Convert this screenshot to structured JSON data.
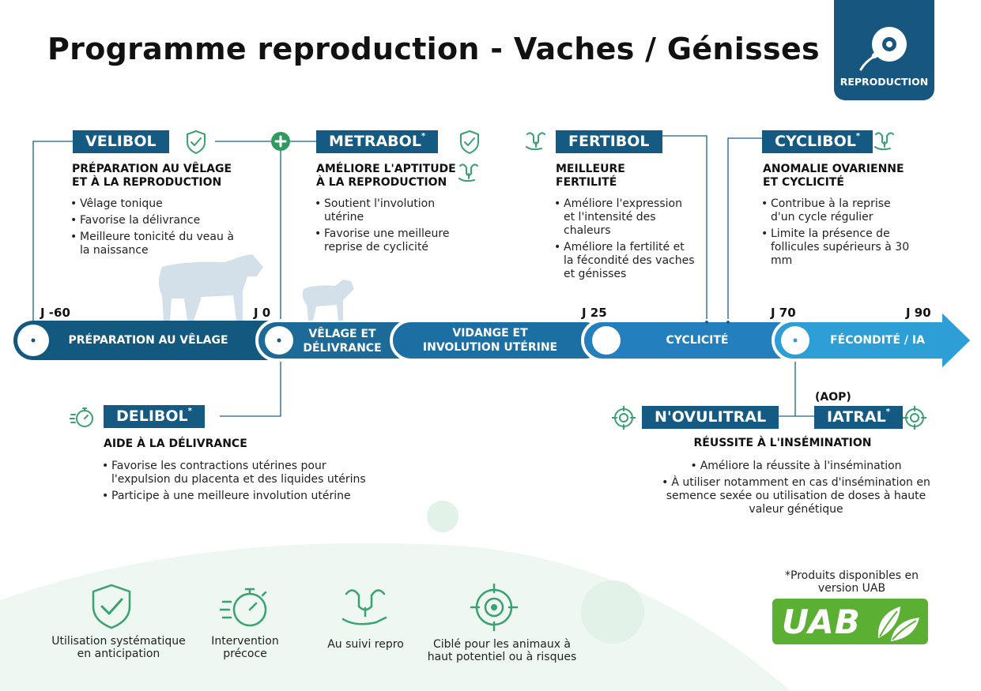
{
  "title": "Programme reproduction - Vaches / Génisses",
  "badge": {
    "label": "REPRODUCTION",
    "icon": "sperm-egg-icon"
  },
  "phases": [
    {
      "label": "PRÉPARATION AU VÊLAGE"
    },
    {
      "label_1": "VÊLAGE ET",
      "label_2": "DÉLIVRANCE"
    },
    {
      "label_1": "VIDANGE ET",
      "label_2": "INVOLUTION UTÉRINE"
    },
    {
      "label": "CYCLICITÉ"
    },
    {
      "label": "FÉCONDITÉ / IA"
    }
  ],
  "markers": [
    "J -60",
    "J 0",
    "J 25",
    "J 70",
    "J 90"
  ],
  "products": {
    "velibol": {
      "name": "VELIBOL",
      "head_1": "PRÉPARATION AU VÊLAGE",
      "head_2": "ET À LA REPRODUCTION",
      "bullets": [
        "Vêlage tonique",
        "Favorise la délivrance",
        "Meilleure tonicité du veau à la naissance"
      ]
    },
    "metrabol": {
      "name": "METRABOL",
      "star": "*",
      "head_1": "AMÉLIORE L'APTITUDE",
      "head_2": "À LA REPRODUCTION",
      "bullets": [
        "Soutient l'involution utérine",
        "Favorise une meilleure reprise de cyclicité"
      ]
    },
    "fertibol": {
      "name": "FERTIBOL",
      "head_1": "MEILLEURE",
      "head_2": "FERTILITÉ",
      "bullets": [
        "Améliore l'expression et l'intensité des chaleurs",
        "Améliore la fertilité et la fécondité des vaches et génisses"
      ]
    },
    "cyclibol": {
      "name": "CYCLIBOL",
      "star": "*",
      "head_1": "ANOMALIE OVARIENNE",
      "head_2": "ET CYCLICITÉ",
      "bullets": [
        "Contribue à la reprise d'un cycle régulier",
        "Limite la présence de follicules supérieurs à 30 mm"
      ]
    },
    "delibol": {
      "name": "DELIBOL",
      "star": "*",
      "head": "AIDE À LA DÉLIVRANCE",
      "bullets": [
        "Favorise les contractions utérines pour l'expulsion du placenta et des liquides utérins",
        "Participe à une meilleure involution utérine"
      ]
    },
    "novulitral": {
      "name": "N'OVULITRAL"
    },
    "iatral": {
      "name": "IATRAL",
      "star": "*",
      "note": "(AOP)"
    },
    "ia": {
      "head": "RÉUSSITE À L'INSÉMINATION",
      "bullets": [
        "Améliore la réussite à l'insémination",
        "À utiliser notamment en cas d'insémination en semence sexée ou utilisation de doses à haute valeur génétique"
      ]
    }
  },
  "legend": [
    {
      "icon": "shield-check-icon",
      "label": "Utilisation systématique en anticipation"
    },
    {
      "icon": "stopwatch-icon",
      "label": "Intervention précoce"
    },
    {
      "icon": "uterus-hand-icon",
      "label": "Au suivi repro"
    },
    {
      "icon": "target-icon",
      "label": "Ciblé pour les animaux à haut potentiel ou à risques"
    }
  ],
  "uab": {
    "note": "*Produits disponibles en version UAB",
    "logo_text": "UAB"
  },
  "colors": {
    "dark_blue": "#145a83",
    "mid_blue": "#1b77ad",
    "light_blue": "#2d9fd6",
    "green": "#3aa170",
    "uab_green": "#5bb033"
  }
}
